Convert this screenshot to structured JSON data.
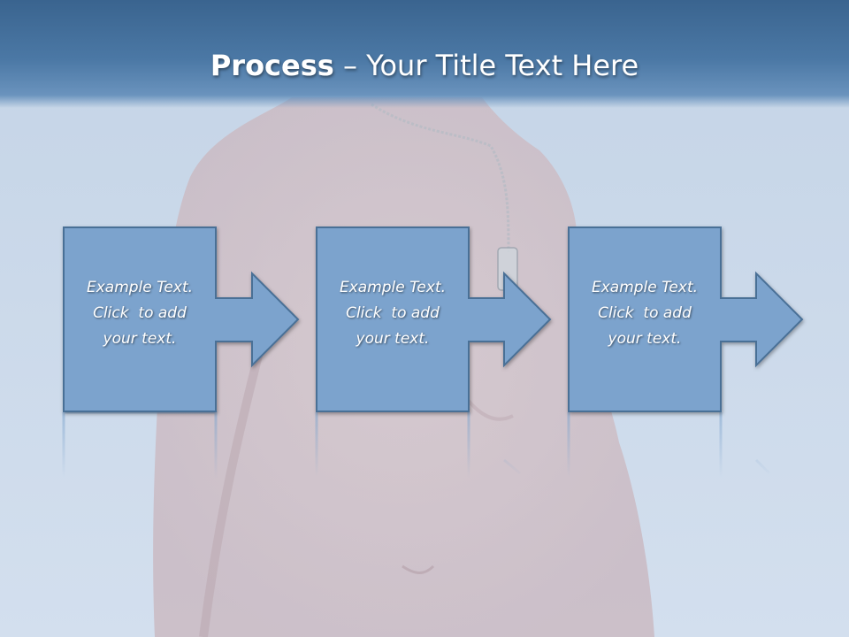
{
  "title": {
    "bold_part": "Process",
    "dash": " – ",
    "rest": "Your Title Text Here"
  },
  "steps": [
    {
      "line1": "Example Text.",
      "line2": "Click  to add",
      "line3": "your text."
    },
    {
      "line1": "Example Text.",
      "line2": "Click  to add",
      "line3": "your text."
    },
    {
      "line1": "Example Text.",
      "line2": "Click  to add",
      "line3": "your text."
    }
  ],
  "colors": {
    "box_fill": "#7ba3cd",
    "box_stroke": "#4a6f96",
    "title_bar": "#3f6a97",
    "background": "#c8d7e9"
  },
  "background_image": "shirtless-man-with-dog-tag-necklace-against-sky"
}
